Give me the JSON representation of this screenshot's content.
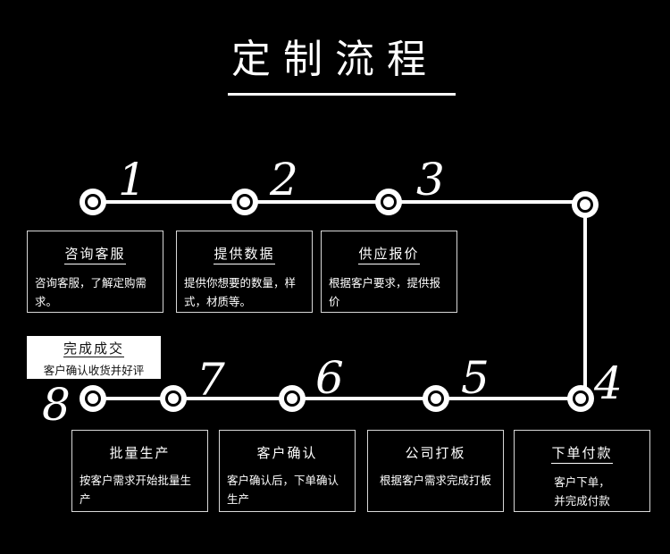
{
  "title": "定制流程",
  "steps": [
    {
      "num": "1",
      "title": "咨询客服",
      "desc": "咨询客服，了解定购需求。"
    },
    {
      "num": "2",
      "title": "提供数据",
      "desc": "提供你想要的数量，样式，材质等。"
    },
    {
      "num": "3",
      "title": "供应报价",
      "desc": "根据客户要求，提供报价"
    },
    {
      "num": "4",
      "title": "下单付款",
      "desc": "客户下单，并完成付款"
    },
    {
      "num": "5",
      "title": "公司打板",
      "desc": "根据客户需求完成打板"
    },
    {
      "num": "6",
      "title": "客户确认",
      "desc": "客户确认后，下单确认生产"
    },
    {
      "num": "7",
      "title": "批量生产",
      "desc": "按客户需求开始批量生产"
    },
    {
      "num": "8",
      "title": "完成成交",
      "desc": "客户确认收货并好评"
    }
  ]
}
